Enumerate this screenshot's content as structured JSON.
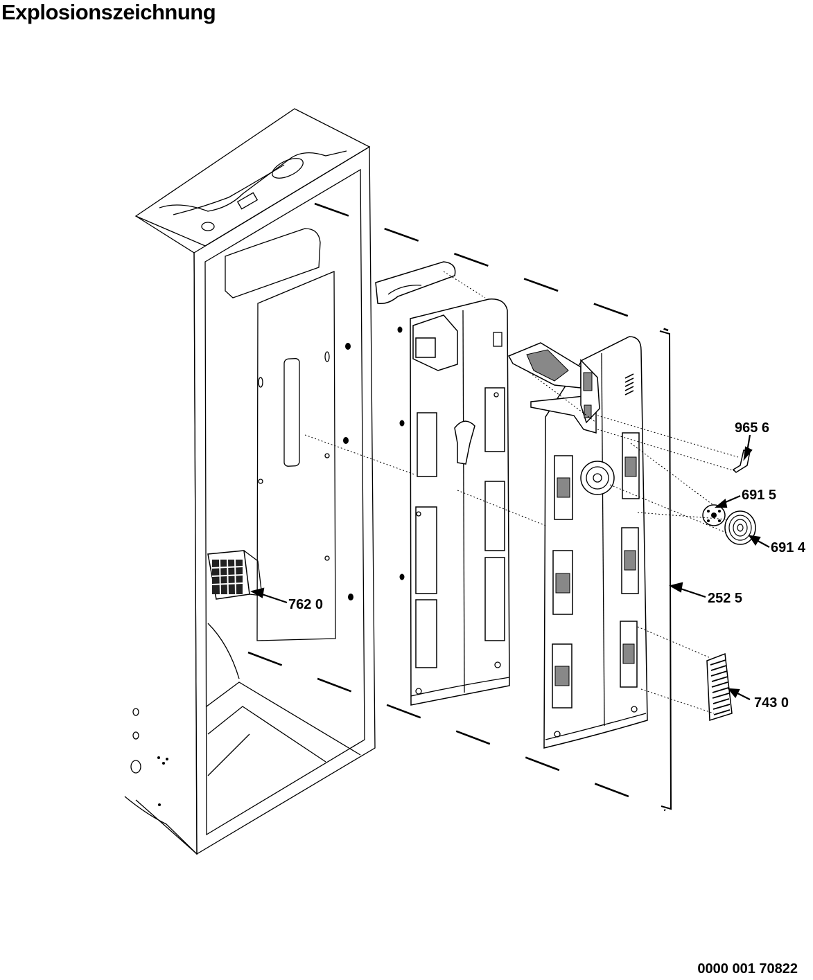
{
  "title": "Explosionszeichnung",
  "document_number": "0000 001 70822",
  "parts": [
    {
      "id": "part-9656",
      "label": "965 6"
    },
    {
      "id": "part-6915",
      "label": "691 5"
    },
    {
      "id": "part-6914",
      "label": "691 4"
    },
    {
      "id": "part-2525",
      "label": "252 5"
    },
    {
      "id": "part-7620",
      "label": "762 0"
    },
    {
      "id": "part-7430",
      "label": "743 0"
    }
  ]
}
